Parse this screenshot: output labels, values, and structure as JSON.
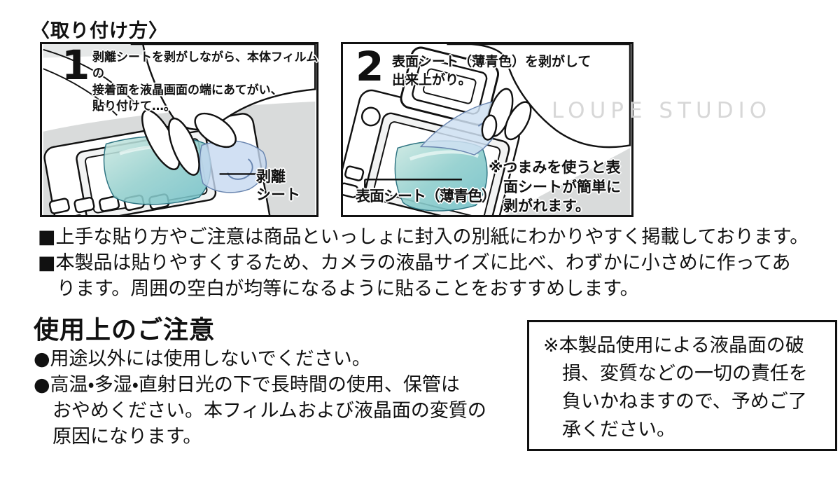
{
  "page": {
    "title": "〈取り付け方〉",
    "watermark": "LOUPE STUDIO"
  },
  "steps": [
    {
      "number": "1",
      "instruction_lines": [
        "剥離シートを剥がしながら、本体フィルムの",
        "接着面を液晶画面の端にあてがい、",
        "貼り付けて…。"
      ],
      "label_lines": [
        "剥離",
        "シート"
      ]
    },
    {
      "number": "2",
      "instruction_lines": [
        "表面シート（薄青色）を剥がして",
        "出来上がり。"
      ],
      "label": "表面シート（薄青色）",
      "note_lines": [
        "※つまみを使うと表",
        "面シートが簡単に",
        "剥がれます。"
      ]
    }
  ],
  "notes": [
    {
      "lines": [
        "■上手な貼り方やご注意は商品といっしょに封入の別紙にわかりやすく掲載しております。"
      ]
    },
    {
      "lines": [
        "■本製品は貼りやすくするため、カメラの液晶サイズに比べ、わずかに小さめに作ってあ",
        "ります。周囲の空白が均等になるように貼ることをおすすめします。"
      ]
    }
  ],
  "caution": {
    "heading": "使用上のご注意",
    "items": [
      {
        "lines": [
          "●用途以外には使用しないでください。"
        ]
      },
      {
        "lines": [
          "●高温・多湿・直射日光の下で長時間の使用、保管は",
          "おやめください。本フィルムおよび液晶面の変質の",
          "原因になります。"
        ]
      }
    ],
    "disclaimer_lines": [
      "※本製品使用による液晶面の破",
      "損、変質などの一切の責任を",
      "負いかねますので、予めご了",
      "承ください。"
    ]
  },
  "colors": {
    "ink": "#111111",
    "film-teal": "#7cc3c8",
    "sheet-blue": "#c6d8f0",
    "shade": "#d9dbdb",
    "watermark": "#d4d4d4"
  }
}
